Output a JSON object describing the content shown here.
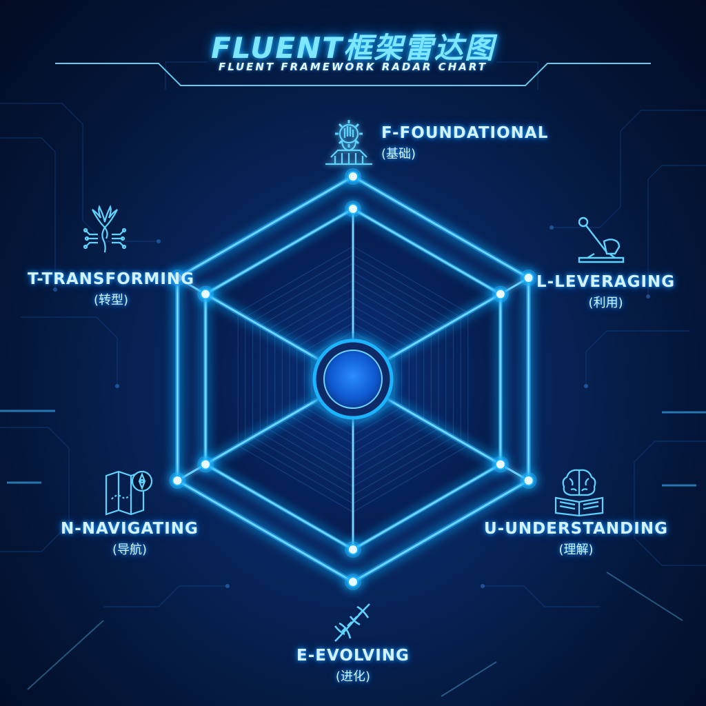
{
  "title": "FLUENT框架雷达图",
  "subtitle": "FLUENT FRAMEWORK RADAR CHART",
  "colors": {
    "background": "#041638",
    "glow": "#1fb3ff",
    "line": "#6fd4ff",
    "node": "#e6faff",
    "text": "#d4f1ff"
  },
  "axes": [
    {
      "en": "F-FOUNDATIONAL",
      "zh": "(基础)",
      "icon": "gear-hand-icon"
    },
    {
      "en": "L-LEVERAGING",
      "zh": "(利用)",
      "icon": "lever-icon"
    },
    {
      "en": "U-UNDERSTANDING",
      "zh": "(理解)",
      "icon": "brain-book-icon"
    },
    {
      "en": "E-EVOLVING",
      "zh": "(进化)",
      "icon": "dna-icon"
    },
    {
      "en": "N-NAVIGATING",
      "zh": "(导航)",
      "icon": "map-compass-icon"
    },
    {
      "en": "T-TRANSFORMING",
      "zh": "(转型)",
      "icon": "phoenix-icon"
    }
  ],
  "chart_data": {
    "type": "radar",
    "title": "FLUENT框架雷达图",
    "subtitle": "FLUENT FRAMEWORK RADAR CHART",
    "categories": [
      "F-FOUNDATIONAL",
      "L-LEVERAGING",
      "U-UNDERSTANDING",
      "E-EVOLVING",
      "N-NAVIGATING",
      "T-TRANSFORMING"
    ],
    "range": [
      0,
      1
    ],
    "series": [
      {
        "values": [
          1,
          1,
          1,
          1,
          1,
          1
        ]
      },
      {
        "values": [
          0.84,
          0.84,
          0.84,
          0.84,
          0.84,
          0.84
        ]
      }
    ],
    "grid": true
  }
}
